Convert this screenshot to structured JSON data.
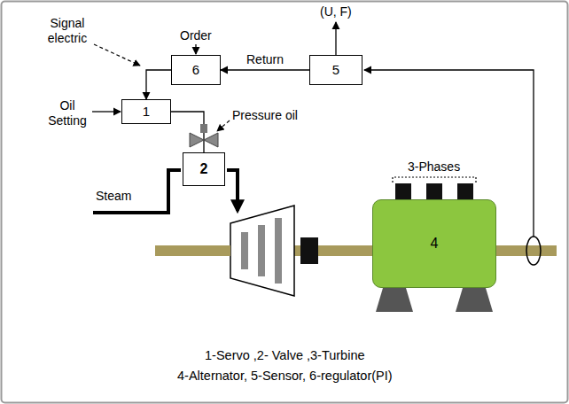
{
  "diagram": {
    "nodes": [
      {
        "text": [
          "6"
        ]
      },
      {
        "text": [
          "5"
        ]
      },
      {
        "text": [
          "1"
        ]
      },
      {
        "text": [
          "2"
        ]
      },
      {
        "text": [
          "4"
        ]
      }
    ],
    "edges": [
      {
        "from": 1,
        "to": 0,
        "label": "Return",
        "arrow": "to"
      },
      {
        "from": 0,
        "to": 2,
        "arrow": "to"
      },
      {
        "from": 2,
        "to": 3,
        "arrow": "none"
      }
    ],
    "labels": [
      "Signal electric",
      "Order",
      "(U, F)",
      "Oil Setting",
      "Pressure oil",
      "Steam",
      "3-Phases",
      "1-Servo ,2- Valve ,3-Turbine",
      "4-Alternator, 5-Sensor, 6-regulator(PI)"
    ]
  }
}
